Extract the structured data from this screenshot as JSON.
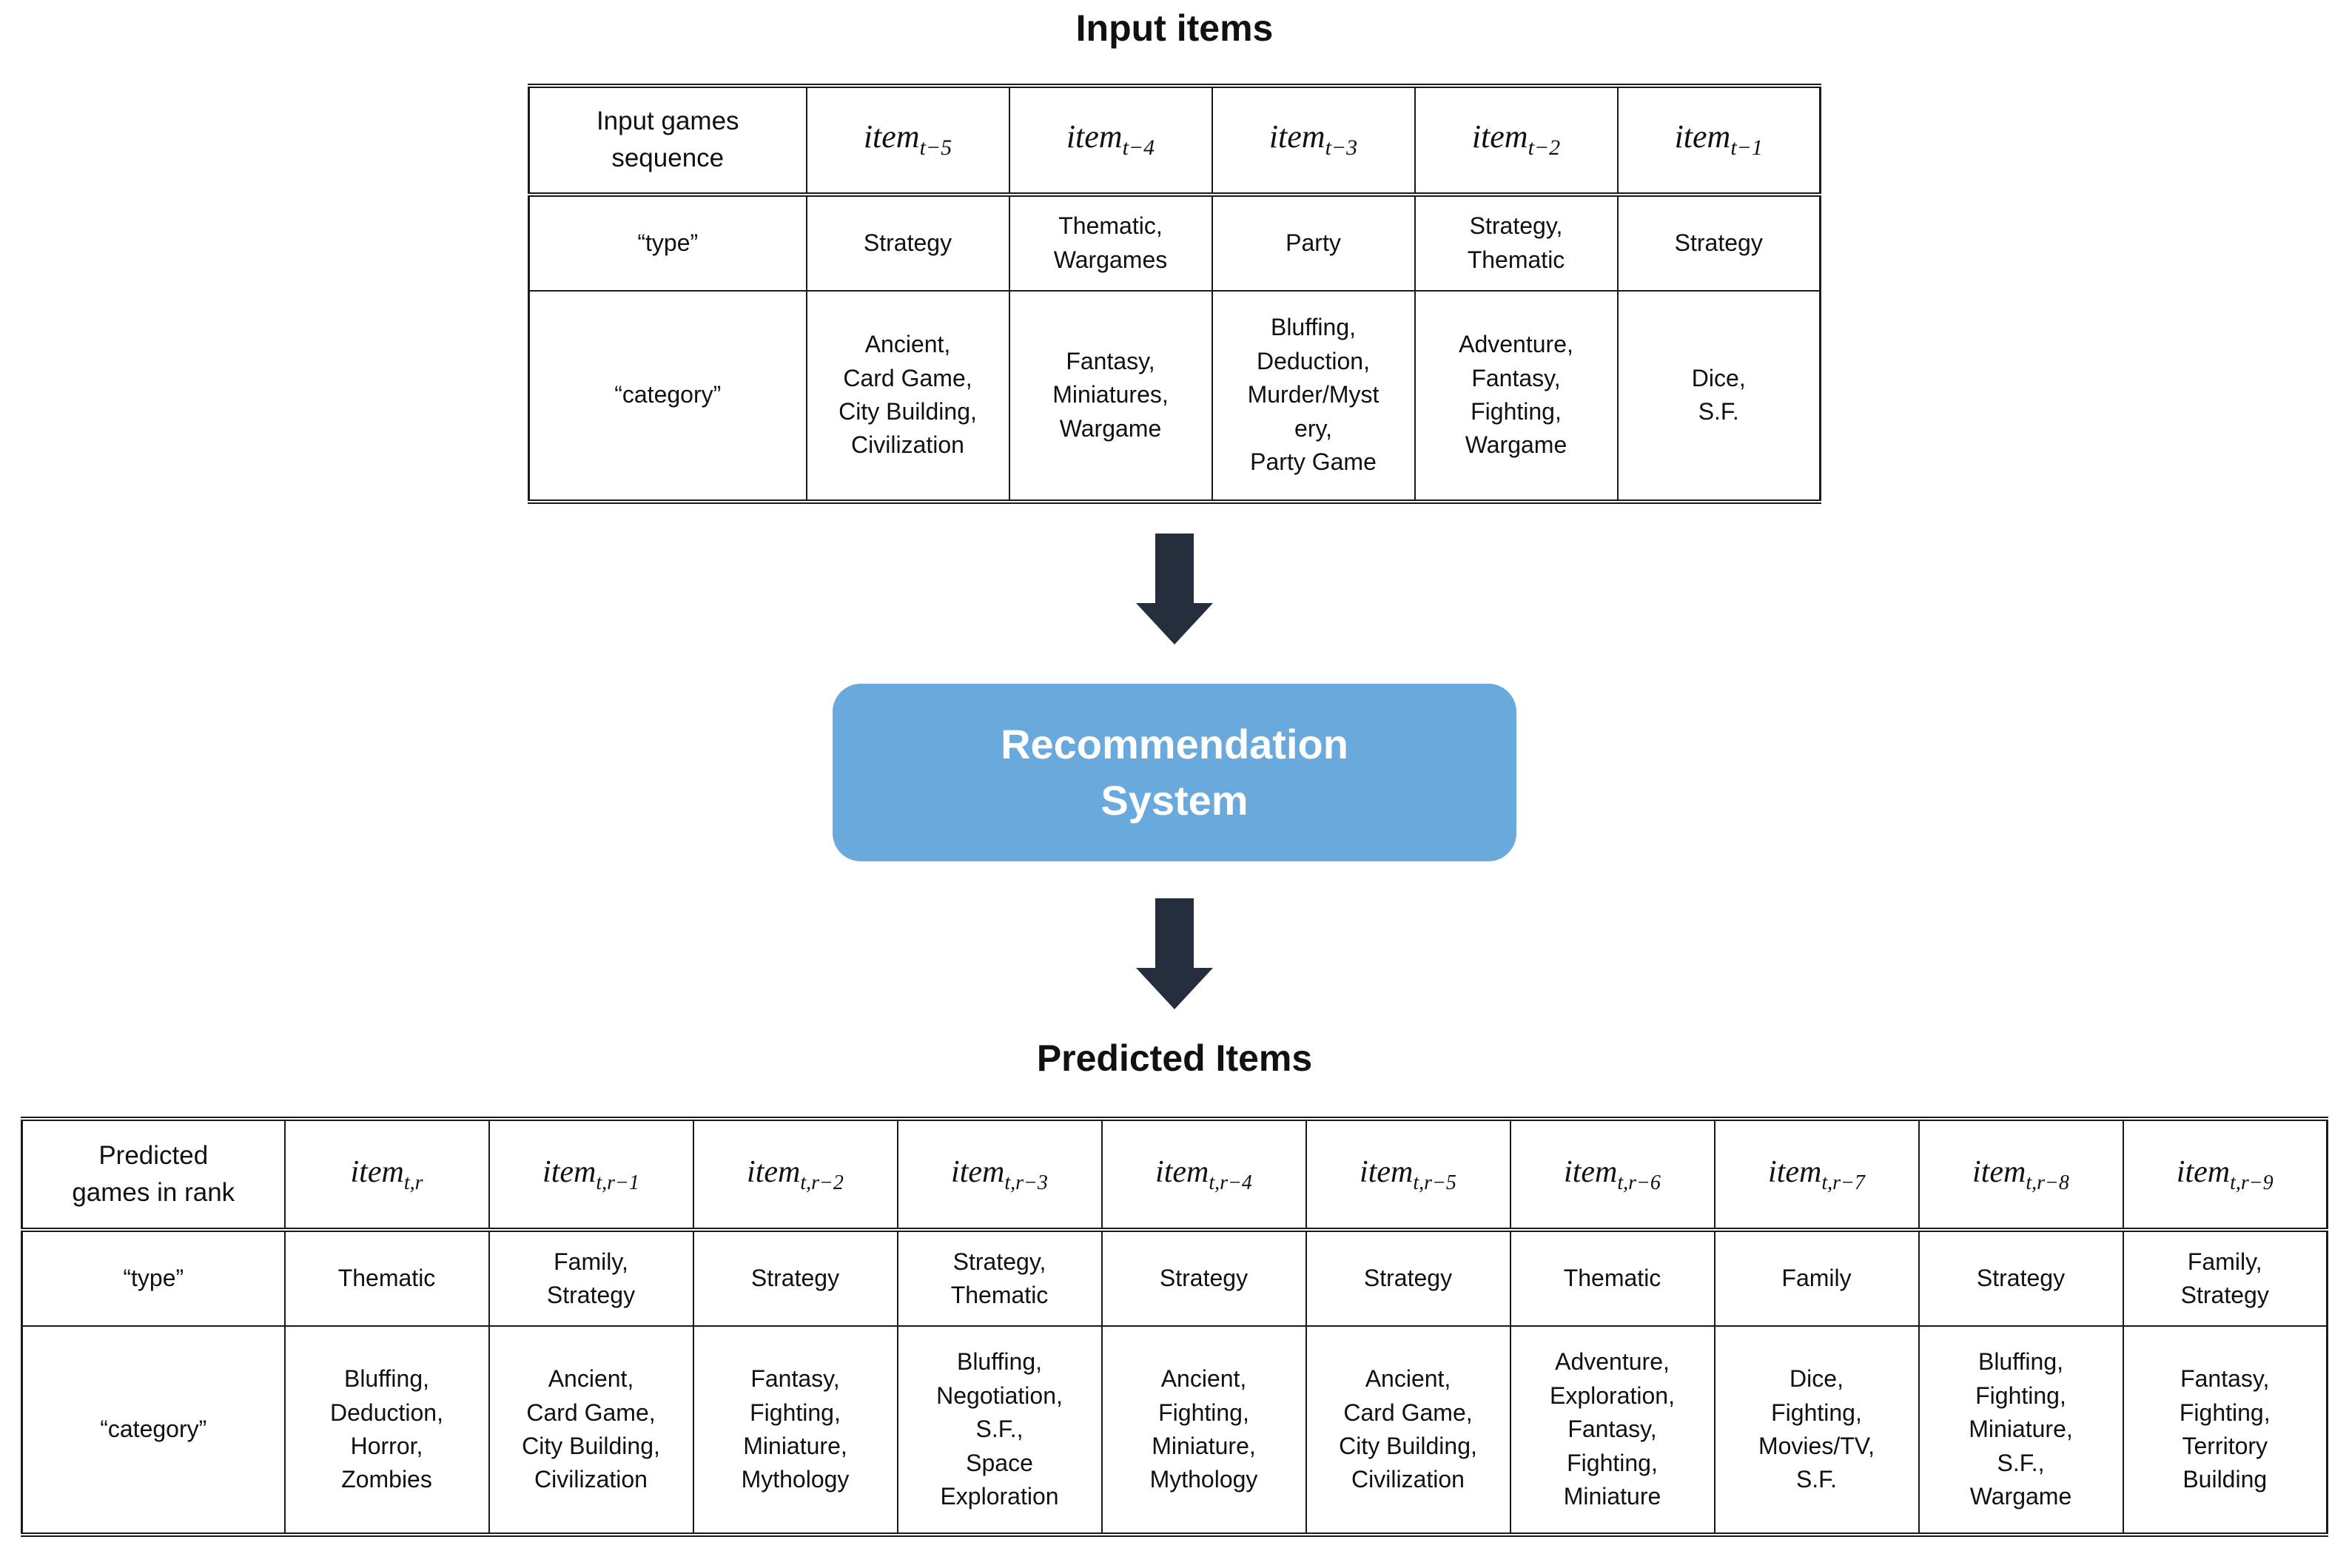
{
  "titles": {
    "input": "Input items",
    "predicted": "Predicted Items"
  },
  "colors": {
    "box_bg": "#6aa9dc",
    "box_text": "#ffffff",
    "arrow": "#252e3d",
    "border": "#1a1a1a",
    "text": "#111111"
  },
  "box": {
    "lines": [
      "Recommendation",
      "System"
    ]
  },
  "input_table": {
    "header_first": [
      "Input games",
      "sequence"
    ],
    "type_label": "“type”",
    "category_label": "“category”",
    "items": [
      {
        "base": "item",
        "sub": "t−5"
      },
      {
        "base": "item",
        "sub": "t−4"
      },
      {
        "base": "item",
        "sub": "t−3"
      },
      {
        "base": "item",
        "sub": "t−2"
      },
      {
        "base": "item",
        "sub": "t−1"
      }
    ],
    "type": [
      [
        "Strategy"
      ],
      [
        "Thematic,",
        "Wargames"
      ],
      [
        "Party"
      ],
      [
        "Strategy,",
        "Thematic"
      ],
      [
        "Strategy"
      ]
    ],
    "category": [
      [
        "Ancient,",
        "Card Game,",
        "City Building,",
        "Civilization"
      ],
      [
        "Fantasy,",
        "Miniatures,",
        "Wargame"
      ],
      [
        "Bluffing,",
        "Deduction,",
        "Murder/Myst",
        "ery,",
        "Party Game"
      ],
      [
        "Adventure,",
        "Fantasy,",
        "Fighting,",
        "Wargame"
      ],
      [
        "Dice,",
        "S.F."
      ]
    ]
  },
  "predicted_table": {
    "header_first": [
      "Predicted",
      "games in rank"
    ],
    "type_label": "“type”",
    "category_label": "“category”",
    "items": [
      {
        "base": "item",
        "sub": "t,r"
      },
      {
        "base": "item",
        "sub": "t,r−1"
      },
      {
        "base": "item",
        "sub": "t,r−2"
      },
      {
        "base": "item",
        "sub": "t,r−3"
      },
      {
        "base": "item",
        "sub": "t,r−4"
      },
      {
        "base": "item",
        "sub": "t,r−5"
      },
      {
        "base": "item",
        "sub": "t,r−6"
      },
      {
        "base": "item",
        "sub": "t,r−7"
      },
      {
        "base": "item",
        "sub": "t,r−8"
      },
      {
        "base": "item",
        "sub": "t,r−9"
      }
    ],
    "type": [
      [
        "Thematic"
      ],
      [
        "Family,",
        "Strategy"
      ],
      [
        "Strategy"
      ],
      [
        "Strategy,",
        "Thematic"
      ],
      [
        "Strategy"
      ],
      [
        "Strategy"
      ],
      [
        "Thematic"
      ],
      [
        "Family"
      ],
      [
        "Strategy"
      ],
      [
        "Family,",
        "Strategy"
      ]
    ],
    "category": [
      [
        "Bluffing,",
        "Deduction,",
        "Horror,",
        "Zombies"
      ],
      [
        "Ancient,",
        "Card Game,",
        "City Building,",
        "Civilization"
      ],
      [
        "Fantasy,",
        "Fighting,",
        "Miniature,",
        "Mythology"
      ],
      [
        "Bluffing,",
        "Negotiation,",
        "S.F.,",
        "Space",
        "Exploration"
      ],
      [
        "Ancient,",
        "Fighting,",
        "Miniature,",
        "Mythology"
      ],
      [
        "Ancient,",
        "Card Game,",
        "City Building,",
        "Civilization"
      ],
      [
        "Adventure,",
        "Exploration,",
        "Fantasy,",
        "Fighting,",
        "Miniature"
      ],
      [
        "Dice,",
        "Fighting,",
        "Movies/TV,",
        "S.F."
      ],
      [
        "Bluffing,",
        "Fighting,",
        "Miniature,",
        "S.F.,",
        "Wargame"
      ],
      [
        "Fantasy,",
        "Fighting,",
        "Territory",
        "Building"
      ]
    ]
  }
}
